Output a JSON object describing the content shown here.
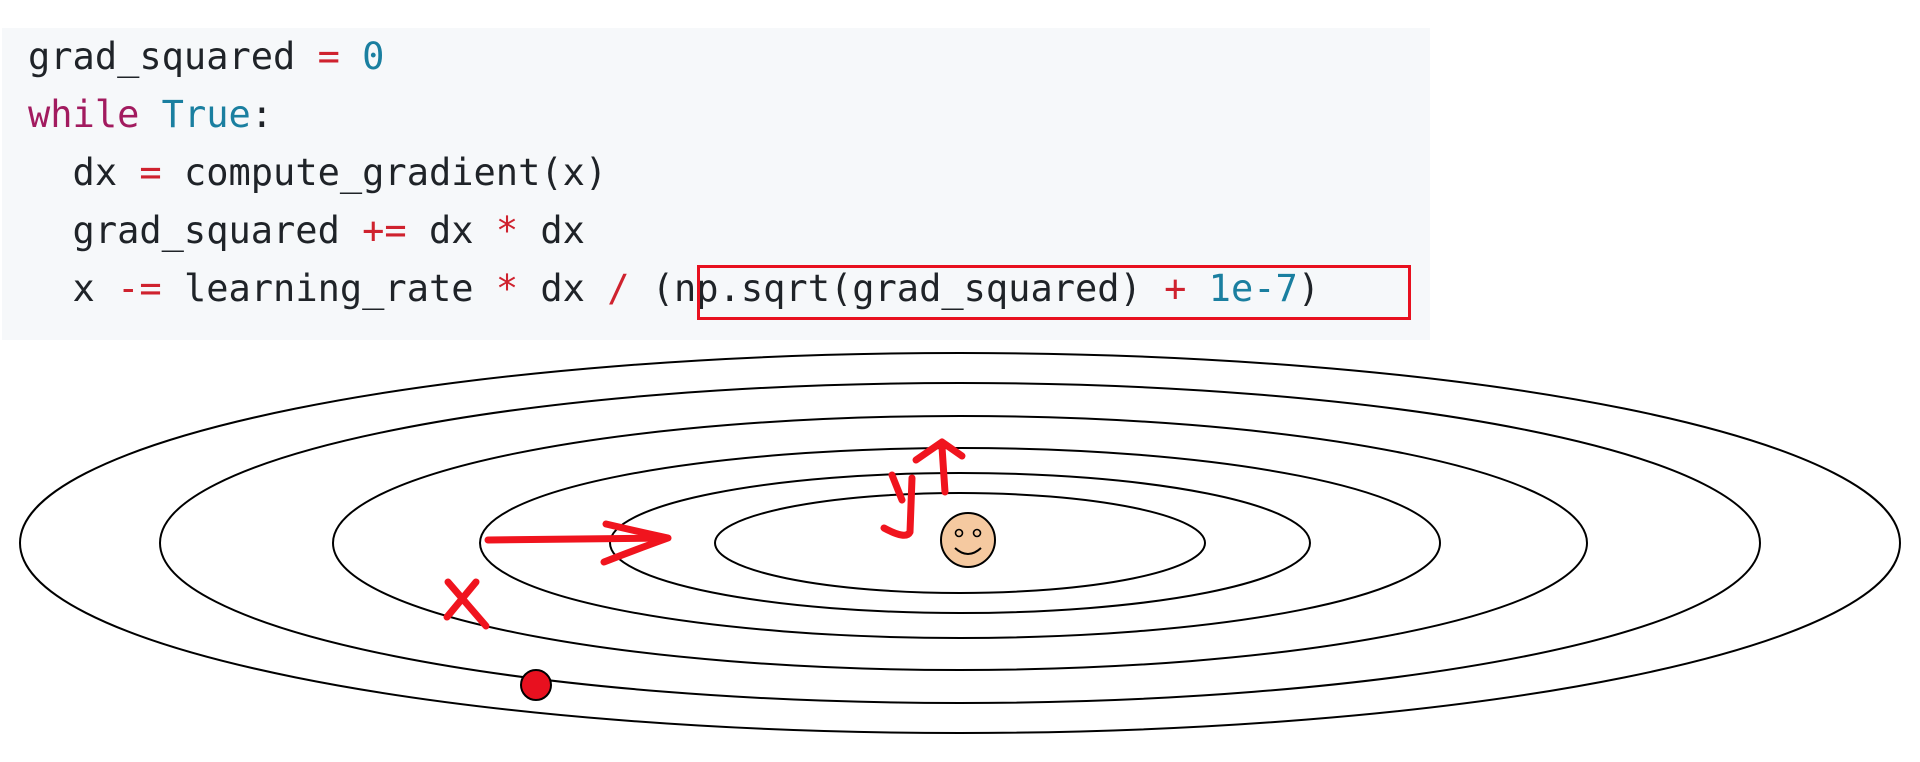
{
  "code": {
    "lines": [
      [
        {
          "t": "grad_squared",
          "c": "plain"
        },
        {
          "t": " = ",
          "c": "op"
        },
        {
          "t": "0",
          "c": "num"
        }
      ],
      [
        {
          "t": "while",
          "c": "kw"
        },
        {
          "t": " ",
          "c": "plain"
        },
        {
          "t": "True",
          "c": "const"
        },
        {
          "t": ":",
          "c": "plain"
        }
      ],
      [
        {
          "t": "  dx ",
          "c": "plain"
        },
        {
          "t": "=",
          "c": "op"
        },
        {
          "t": " compute_gradient(x)",
          "c": "plain"
        }
      ],
      [
        {
          "t": "  grad_squared ",
          "c": "plain"
        },
        {
          "t": "+=",
          "c": "op"
        },
        {
          "t": " dx ",
          "c": "plain"
        },
        {
          "t": "*",
          "c": "op"
        },
        {
          "t": " dx",
          "c": "plain"
        }
      ],
      [
        {
          "t": "  x ",
          "c": "plain"
        },
        {
          "t": "-=",
          "c": "op"
        },
        {
          "t": " learning_rate ",
          "c": "plain"
        },
        {
          "t": "*",
          "c": "op"
        },
        {
          "t": " dx ",
          "c": "plain"
        },
        {
          "t": "/",
          "c": "op"
        },
        {
          "t": " (np.sqrt(grad_squared) ",
          "c": "plain"
        },
        {
          "t": "+",
          "c": "op"
        },
        {
          "t": " ",
          "c": "plain"
        },
        {
          "t": "1e-7",
          "c": "num"
        },
        {
          "t": ")",
          "c": "plain"
        }
      ]
    ],
    "highlighted_expression": "(np.sqrt(grad_squared) + 1e-7)"
  },
  "annotations": {
    "x_label": "x",
    "y_label": "y"
  },
  "colors": {
    "annotation": "#f0141e",
    "code_background": "#f6f8fa",
    "start_point": "#e8101f",
    "smiley_face": "#f5c9a0"
  }
}
